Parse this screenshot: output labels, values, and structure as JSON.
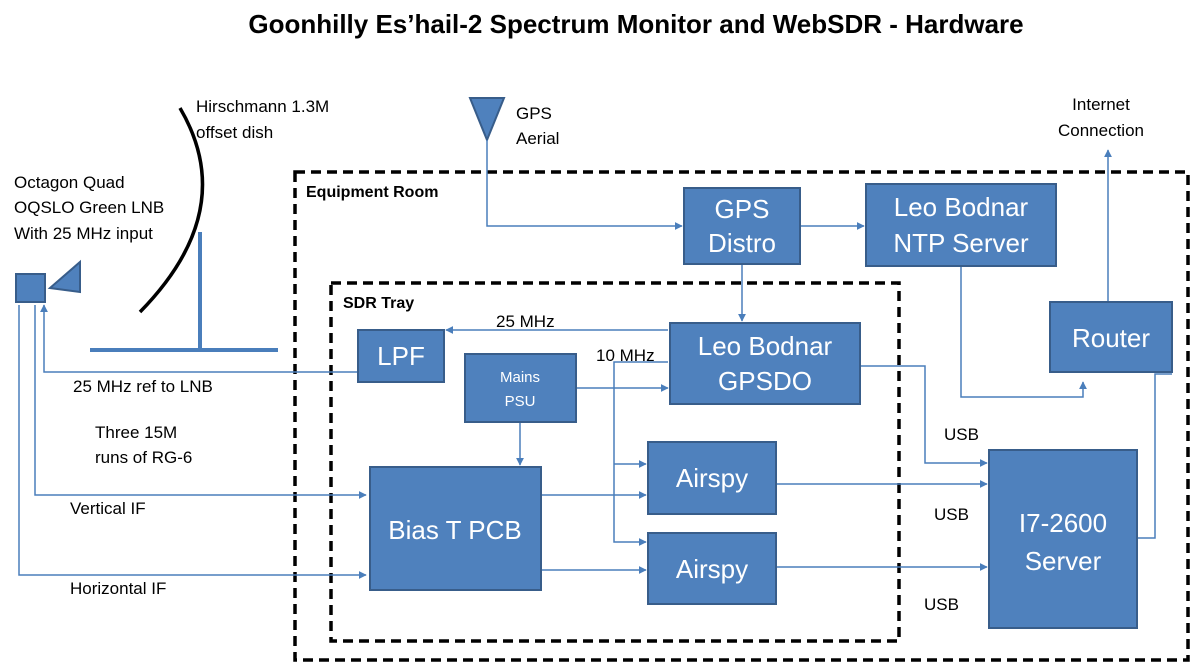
{
  "title": "Goonhilly Es’hail-2 Spectrum Monitor and WebSDR - Hardware",
  "colors": {
    "box_fill": "#4f81bd",
    "box_stroke": "#385d8a",
    "wire": "#4a7ebb"
  },
  "regions": {
    "equipment_room": "Equipment Room",
    "sdr_tray": "SDR Tray"
  },
  "outside": {
    "dish": [
      "Hirschmann 1.3M",
      "offset dish"
    ],
    "lnb": [
      "Octagon Quad",
      "OQSLO Green LNB",
      "With 25 MHz input"
    ],
    "gps_aerial": [
      "GPS",
      "Aerial"
    ],
    "internet": [
      "Internet",
      "Connection"
    ],
    "ref_to_lnb": "25 MHz ref to LNB",
    "cable_runs": [
      "Three 15M",
      "runs of RG-6"
    ],
    "vertical_if": "Vertical IF",
    "horizontal_if": "Horizontal IF"
  },
  "boxes": {
    "gps_distro": [
      "GPS",
      "Distro"
    ],
    "ntp_server": [
      "Leo Bodnar",
      "NTP Server"
    ],
    "router": "Router",
    "lpf": "LPF",
    "mains_psu": [
      "Mains",
      "PSU"
    ],
    "gpsdo": [
      "Leo Bodnar",
      "GPSDO"
    ],
    "airspy_1": "Airspy",
    "airspy_2": "Airspy",
    "bias_t": "Bias T PCB",
    "server": [
      "I7-2600",
      "Server"
    ]
  },
  "links": {
    "mhz25": "25 MHz",
    "mhz10": "10 MHz",
    "usb_1": "USB",
    "usb_2": "USB",
    "usb_3": "USB"
  }
}
